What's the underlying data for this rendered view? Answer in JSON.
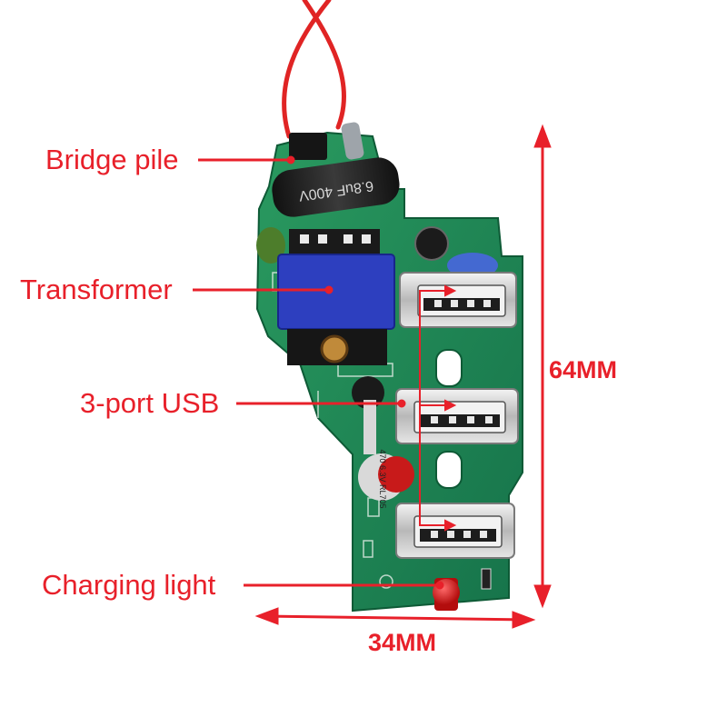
{
  "labels": {
    "bridge_pile": "Bridge pile",
    "transformer": "Transformer",
    "usb_ports": "3-port USB",
    "charging_light": "Charging light"
  },
  "dimensions": {
    "height": "64MM",
    "width": "34MM"
  },
  "component_markings": {
    "big_capacitor": "6.8uF 400V",
    "small_capacitor": "470 6.3V RL705"
  },
  "colors": {
    "annotation": "#e8202a",
    "pcb": "#1f8a52",
    "transformer": "#2d3fbf",
    "wire": "#e02424"
  }
}
